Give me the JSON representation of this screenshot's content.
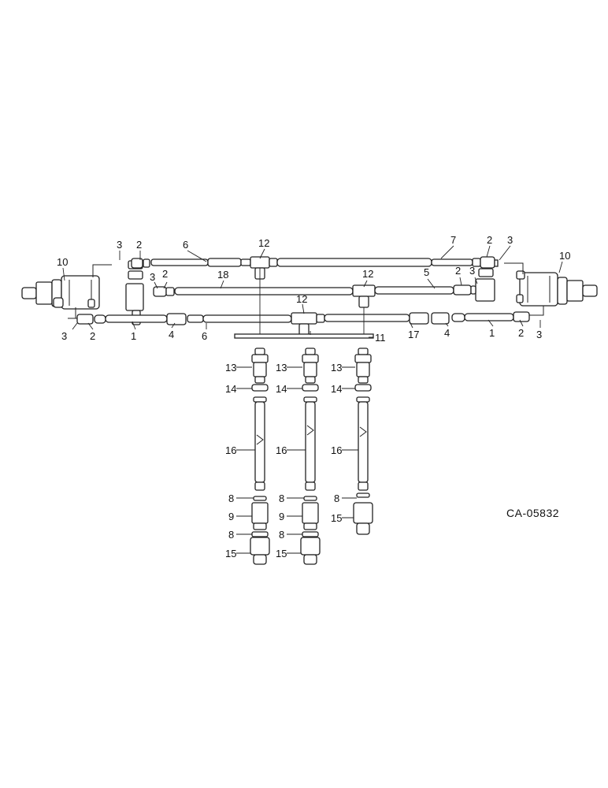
{
  "drawing_code": "CA-05832",
  "callouts": {
    "c1": "1",
    "c2": "2",
    "c3": "3",
    "c4": "4",
    "c5": "5",
    "c6": "6",
    "c7": "7",
    "c8": "8",
    "c9": "9",
    "c10": "10",
    "c11": "11",
    "c12": "12",
    "c13": "13",
    "c14": "14",
    "c15": "15",
    "c16": "16",
    "c17": "17",
    "c18": "18"
  }
}
